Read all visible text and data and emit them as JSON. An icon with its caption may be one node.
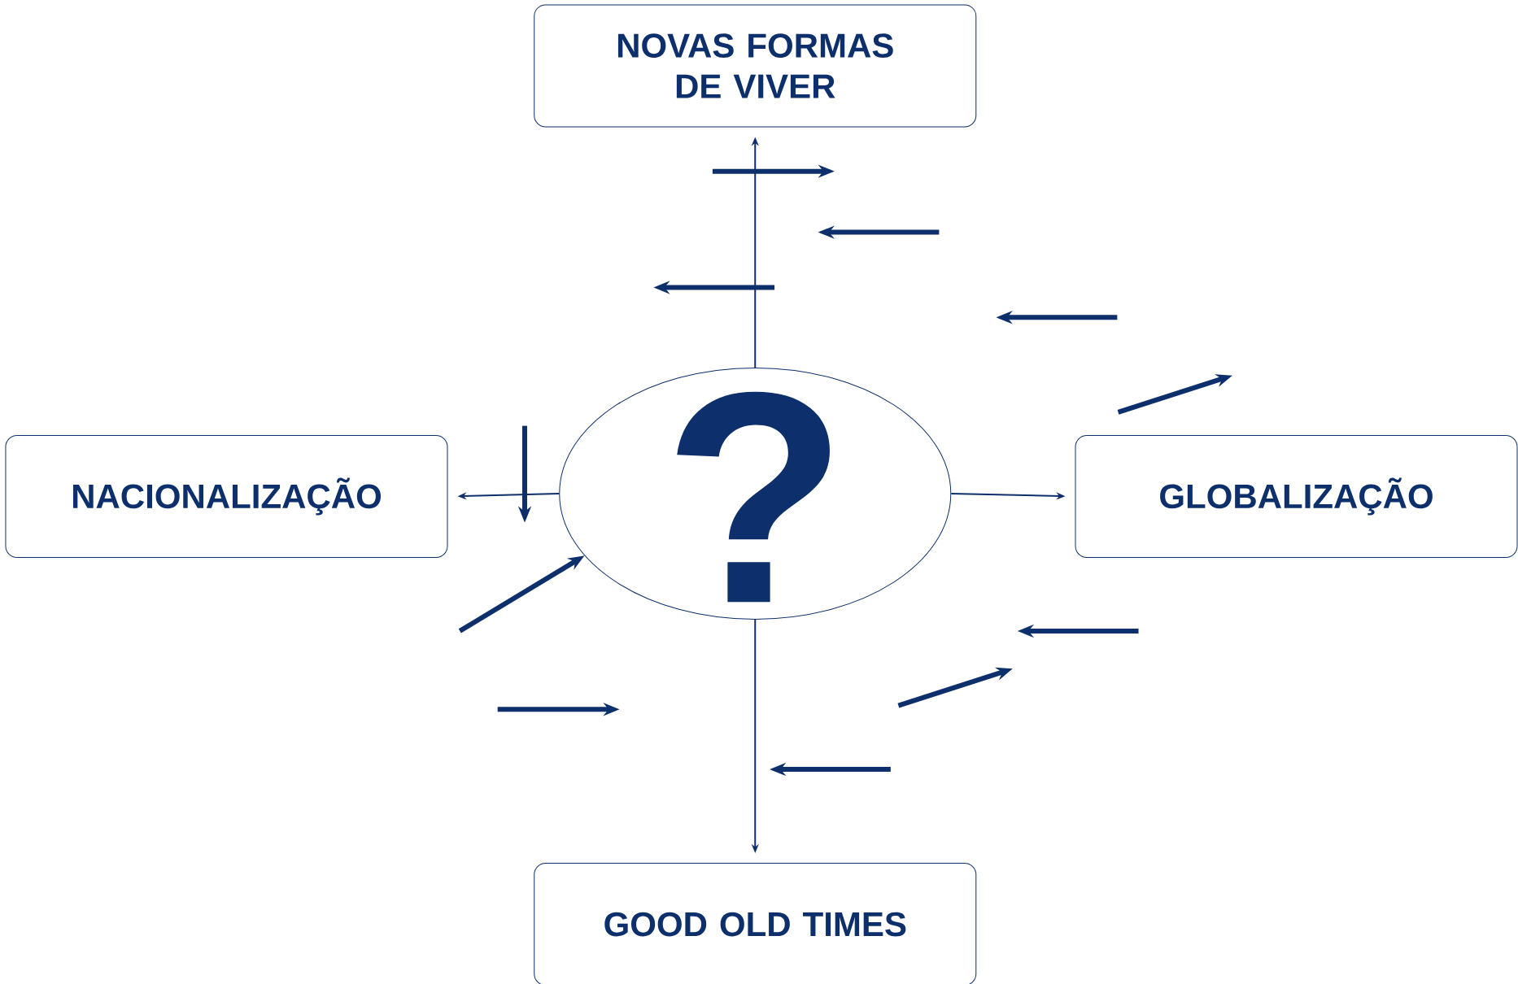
{
  "diagram": {
    "nodes": [
      {
        "text": [
          "NOVAS FORMAS DE VIVER"
        ]
      },
      {
        "text": [
          "NACIONALIZAÇÃO"
        ]
      },
      {
        "text": [
          "?"
        ]
      },
      {
        "text": [
          "GLOBALIZAÇÃO"
        ]
      },
      {
        "text": [
          "GOOD OLD TIMES"
        ]
      }
    ],
    "edges": [
      {
        "from": 2,
        "to": 0,
        "arrow": "to"
      },
      {
        "from": 2,
        "to": 1,
        "arrow": "to"
      },
      {
        "from": 2,
        "to": 3,
        "arrow": "to"
      },
      {
        "from": 2,
        "to": 4,
        "arrow": "to"
      },
      {
        "from": null,
        "to": 2,
        "arrow": "to",
        "style": "thick"
      }
    ]
  }
}
